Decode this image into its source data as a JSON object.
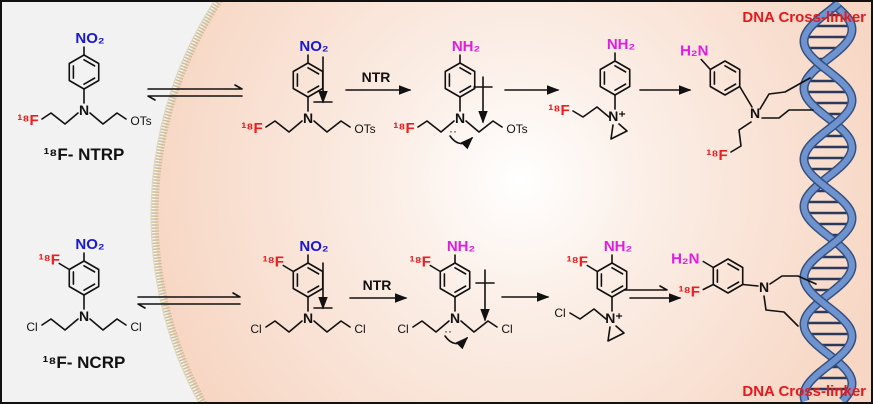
{
  "labels": {
    "dna_top": "DNA Cross-linker",
    "dna_bottom": "DNA Cross-linker",
    "ntr_top": "NTR",
    "ntr_bottom": "NTR",
    "ntrp": "¹⁸F- NTRP",
    "ncrp": "¹⁸F- NCRP"
  },
  "groups": {
    "nitro": "NO₂",
    "amine": "NH₂",
    "amine_left": "H₂N",
    "fluorine": "¹⁸F",
    "nitrogen": "N",
    "nitrogen_cation": "N⁺",
    "tosylate": "OTs",
    "chlorine": "Cl"
  },
  "colors": {
    "nitro": "#1717d6",
    "amine": "#e21ae2",
    "fluorine": "#ee1c1c",
    "dna_strand": "#5b7fc0",
    "title": "#e8191c"
  }
}
